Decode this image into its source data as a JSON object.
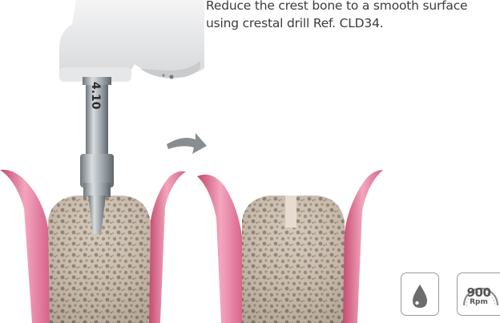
{
  "instruction": {
    "line1": "Reduce the crest bone to a smooth surface",
    "line2": "using crestal drill Ref. CLD34."
  },
  "drill_label": "4.10",
  "badges": {
    "irrigation_icon": "water-drop-icon",
    "speed_value": "900",
    "speed_unit": "Rpm"
  },
  "colors": {
    "gum": "#e07a9a",
    "bone": "#d8cbbb",
    "metal": "#9aa0a4"
  }
}
